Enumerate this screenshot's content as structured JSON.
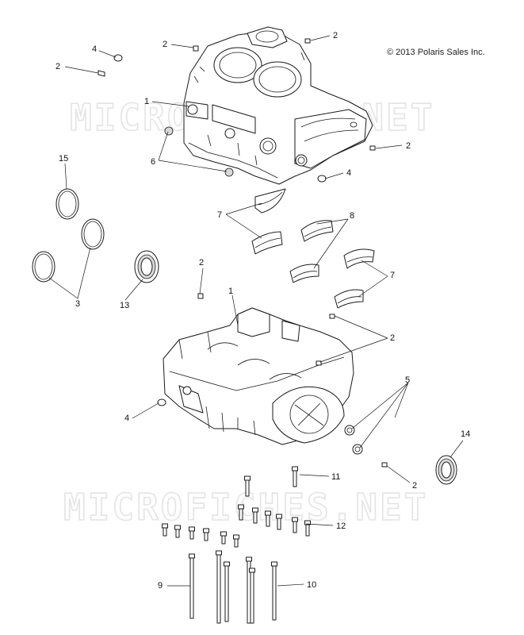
{
  "copyright": "© 2013 Polaris Sales Inc.",
  "watermark": "MICROFICHES.NET",
  "callouts": [
    {
      "id": "c1",
      "label": "2"
    },
    {
      "id": "c2",
      "label": "4"
    },
    {
      "id": "c3",
      "label": "2"
    },
    {
      "id": "c4",
      "label": "2"
    },
    {
      "id": "c5",
      "label": "1"
    },
    {
      "id": "c6",
      "label": "6"
    },
    {
      "id": "c7",
      "label": "2"
    },
    {
      "id": "c8",
      "label": "4"
    },
    {
      "id": "c9",
      "label": "15"
    },
    {
      "id": "c10",
      "label": "7"
    },
    {
      "id": "c11",
      "label": "8"
    },
    {
      "id": "c12",
      "label": "2"
    },
    {
      "id": "c13",
      "label": "7"
    },
    {
      "id": "c14",
      "label": "3"
    },
    {
      "id": "c15",
      "label": "13"
    },
    {
      "id": "c16",
      "label": "1"
    },
    {
      "id": "c17",
      "label": "2"
    },
    {
      "id": "c18",
      "label": "5"
    },
    {
      "id": "c19",
      "label": "4"
    },
    {
      "id": "c20",
      "label": "14"
    },
    {
      "id": "c21",
      "label": "2"
    },
    {
      "id": "c22",
      "label": "11"
    },
    {
      "id": "c23",
      "label": "12"
    },
    {
      "id": "c24",
      "label": "9"
    },
    {
      "id": "c25",
      "label": "10"
    }
  ]
}
